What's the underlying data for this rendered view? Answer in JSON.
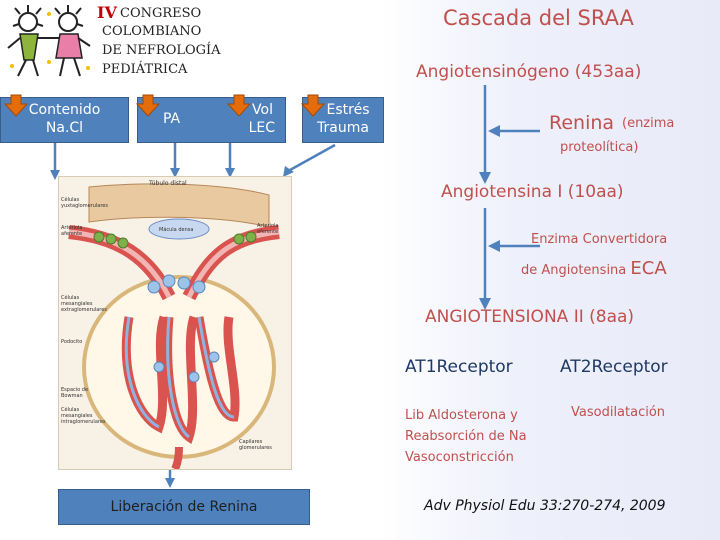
{
  "title": "Cascada del SRAA",
  "congress": {
    "roman": "IV",
    "line1": "CONGRESO",
    "line2": "COLOMBIANO",
    "line3": "DE NEFROLOGÍA",
    "line4": "PEDIÁTRICA"
  },
  "stimuli": [
    {
      "l1": "Contenido",
      "l2": "Na.Cl"
    },
    {
      "l1": "PA",
      "l2": ""
    },
    {
      "l1": "Vol",
      "l2": "LEC"
    },
    {
      "l1": "Estrés",
      "l2": "Trauma"
    }
  ],
  "release_label": "Liberación de Renina",
  "cascade": {
    "angiotensinogen": "Angiotensinógeno  (453aa)",
    "renin": "Renina",
    "renin_note": "(enzima",
    "renin_note2": "proteolítica)",
    "angiotensin1": "Angiotensina I (10aa)",
    "eca_line1": "Enzima Convertidora",
    "eca_line2a": "de Angiotensina",
    "eca_line2b": "ECA",
    "angiotensin2": "ANGIOTENSIONA II (8aa)",
    "at1": "AT1Receptor",
    "at2": "AT2Receptor",
    "at1_effects": [
      "Lib Aldosterona y",
      "Reabsorción de Na",
      "Vasoconstricción"
    ],
    "at2_effect": "Vasodilatación"
  },
  "illustration_labels": {
    "tubule": "Túbulo distal",
    "yxta": [
      "Células",
      "yuxtaglomerulares"
    ],
    "aff": [
      "Arteriola",
      "aferente"
    ],
    "macula": "Mácula densa",
    "eff": [
      "Arteriola",
      "eferente"
    ],
    "mes_extra": [
      "Células",
      "mesangiales",
      "extraglomerulares"
    ],
    "podocyte": "Podocito",
    "bowman": [
      "Espacio de",
      "Bowman"
    ],
    "mes_intra": [
      "Células",
      "mesangiales",
      "intraglomerulares"
    ],
    "capillaries": [
      "Capilares",
      "glomerulares"
    ]
  },
  "citation": "Adv Physiol Edu 33:270-274, 2009",
  "colors": {
    "accent": "#c0504d",
    "box": "#4f81bd",
    "arrow": "#4f81bd",
    "text": "#1f3864",
    "down_arrow": "#e46c0a"
  }
}
